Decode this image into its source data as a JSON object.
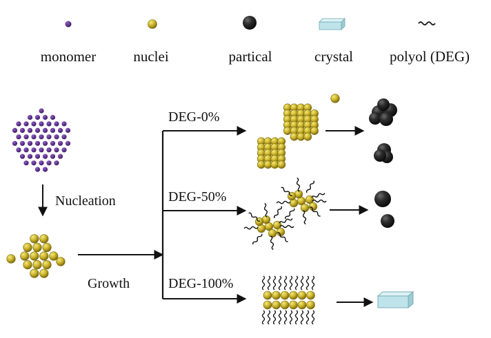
{
  "legend": {
    "items": [
      {
        "id": "monomer",
        "label": "monomer",
        "icon": "monomer-dot-icon"
      },
      {
        "id": "nuclei",
        "label": "nuclei",
        "icon": "nuclei-sphere-icon"
      },
      {
        "id": "partical",
        "label": "partical",
        "icon": "particle-sphere-icon"
      },
      {
        "id": "crystal",
        "label": "crystal",
        "icon": "crystal-block-icon"
      },
      {
        "id": "polyol",
        "label": "polyol (DEG)",
        "icon": "polyol-chain-icon"
      }
    ]
  },
  "steps": {
    "nucleation": "Nucleation",
    "growth": "Growth"
  },
  "branches": [
    {
      "id": "deg0",
      "label": "DEG-0%"
    },
    {
      "id": "deg50",
      "label": "DEG-50%"
    },
    {
      "id": "deg100",
      "label": "DEG-100%"
    }
  ],
  "colors": {
    "monomer": "#5b2a8c",
    "nuclei": "#c9b22a",
    "nuclei_outline": "#7a6a10",
    "particle": "#2a2a2a",
    "crystal_front": "#bfe3ea",
    "crystal_top": "#dff2f5",
    "crystal_side": "#9fcbd4",
    "chain": "#111111",
    "arrow": "#111111"
  }
}
